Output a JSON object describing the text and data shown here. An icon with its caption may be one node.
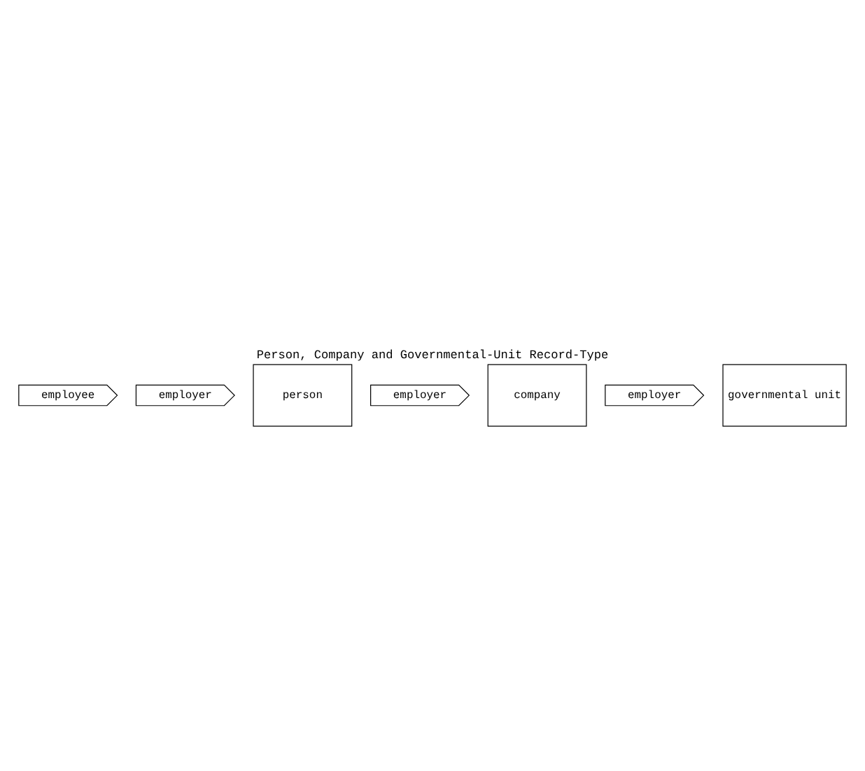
{
  "diagram": {
    "title": "Person, Company and Governmental-Unit Record-Type",
    "nodes": [
      {
        "text": [
          "employee"
        ]
      },
      {
        "text": [
          "employer"
        ]
      },
      {
        "text": [
          "person"
        ]
      },
      {
        "text": [
          "employer"
        ]
      },
      {
        "text": [
          "company"
        ]
      },
      {
        "text": [
          "employer"
        ]
      },
      {
        "text": [
          "governmental unit"
        ]
      }
    ],
    "edges": []
  }
}
